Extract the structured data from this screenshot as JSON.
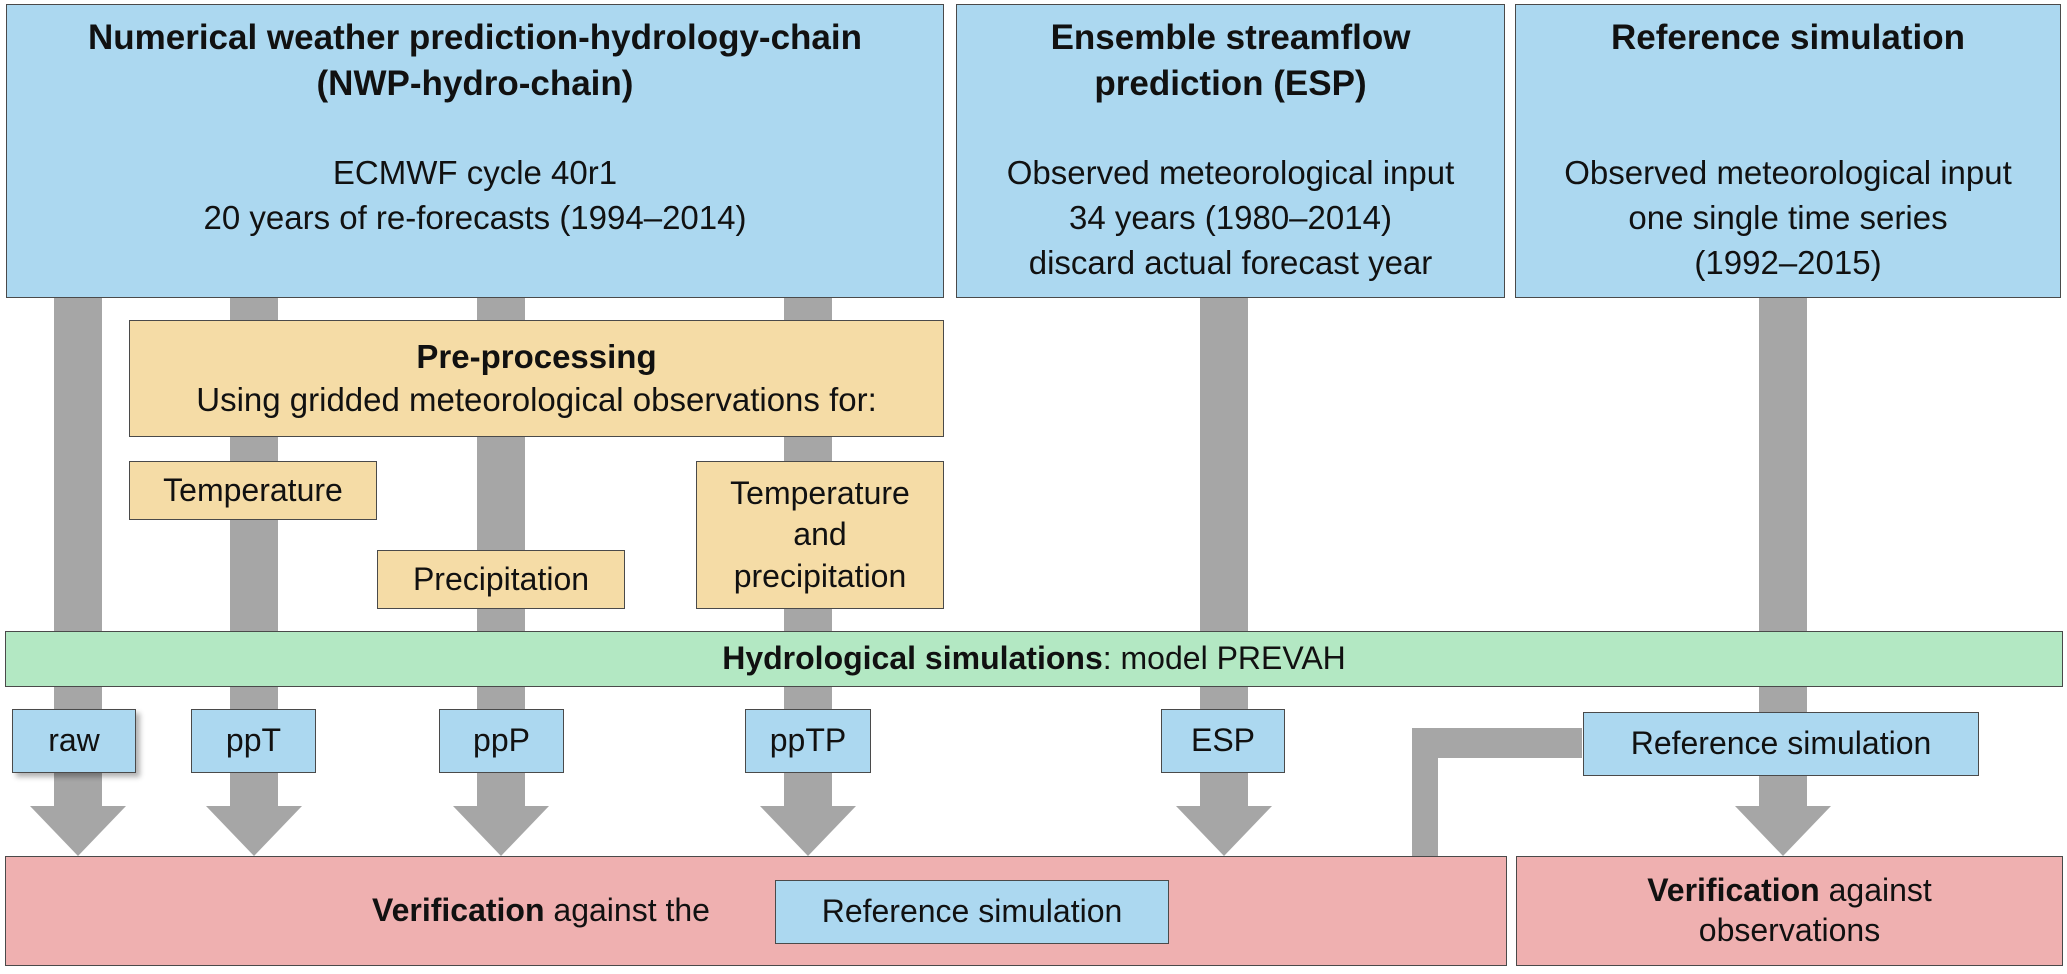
{
  "nwp": {
    "title_line1": "Numerical weather prediction-hydrology-chain",
    "title_line2": "(NWP-hydro-chain)",
    "desc_line1": "ECMWF cycle 40r1",
    "desc_line2": "20 years of re-forecasts (1994–2014)"
  },
  "esp": {
    "title_line1": "Ensemble streamflow",
    "title_line2": "prediction (ESP)",
    "desc_line1": "Observed meteorological input",
    "desc_line2": "34 years (1980–2014)",
    "desc_line3": "discard actual forecast year"
  },
  "ref": {
    "title": "Reference simulation",
    "desc_line1": "Observed meteorological input",
    "desc_line2": "one single time series",
    "desc_line3": "(1992–2015)"
  },
  "preprocessing": {
    "title": "Pre-processing",
    "desc": "Using gridded meteorological observations for:",
    "temperature": "Temperature",
    "precipitation": "Precipitation",
    "temp_precip_line1": "Temperature",
    "temp_precip_line2": "and",
    "temp_precip_line3": "precipitation"
  },
  "hydro": {
    "bold": "Hydrological simulations",
    "rest": ": model PREVAH"
  },
  "outputs": {
    "raw": "raw",
    "ppT": "ppT",
    "ppP": "ppP",
    "ppTP": "ppTP",
    "esp": "ESP",
    "reference": "Reference simulation"
  },
  "verification_ref": {
    "bold": "Verification",
    "rest": " against the",
    "inner": "Reference simulation"
  },
  "verification_obs": {
    "bold": "Verification",
    "rest": " against",
    "line2": "observations"
  },
  "colors": {
    "blue_box": "#acd8f0",
    "orange_box": "#f5dca6",
    "green_box": "#b3e8c3",
    "red_box": "#efb0b0",
    "arrow": "#a6a6a6"
  }
}
